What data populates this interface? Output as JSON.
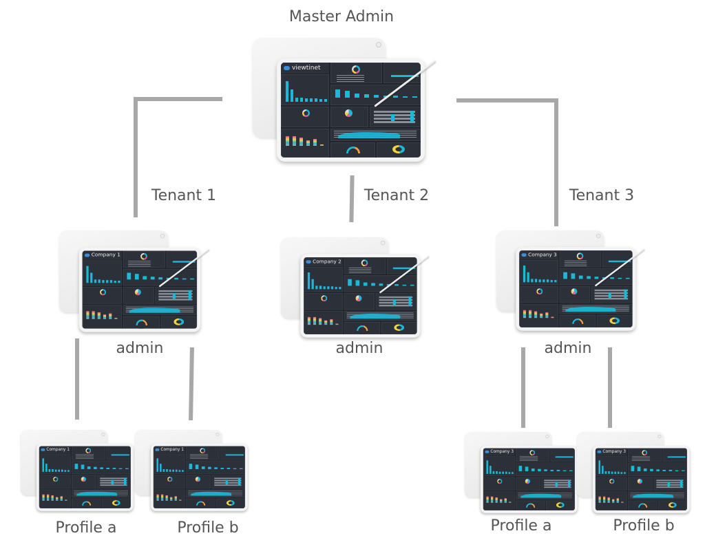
{
  "title": "Master Admin",
  "tenants": [
    "Tenant 1",
    "Tenant 2",
    "Tenant 3"
  ],
  "admin_label": "admin",
  "profiles": [
    "Profile a",
    "Profile b"
  ],
  "brands": {
    "master": "viewtinet",
    "tenant1": "Company 1",
    "tenant2": "Company 2",
    "tenant3": "Company 3"
  },
  "colors": {
    "line": "#a8a8a8",
    "accent": "#1cb8d8",
    "screen": "#1f2228"
  }
}
